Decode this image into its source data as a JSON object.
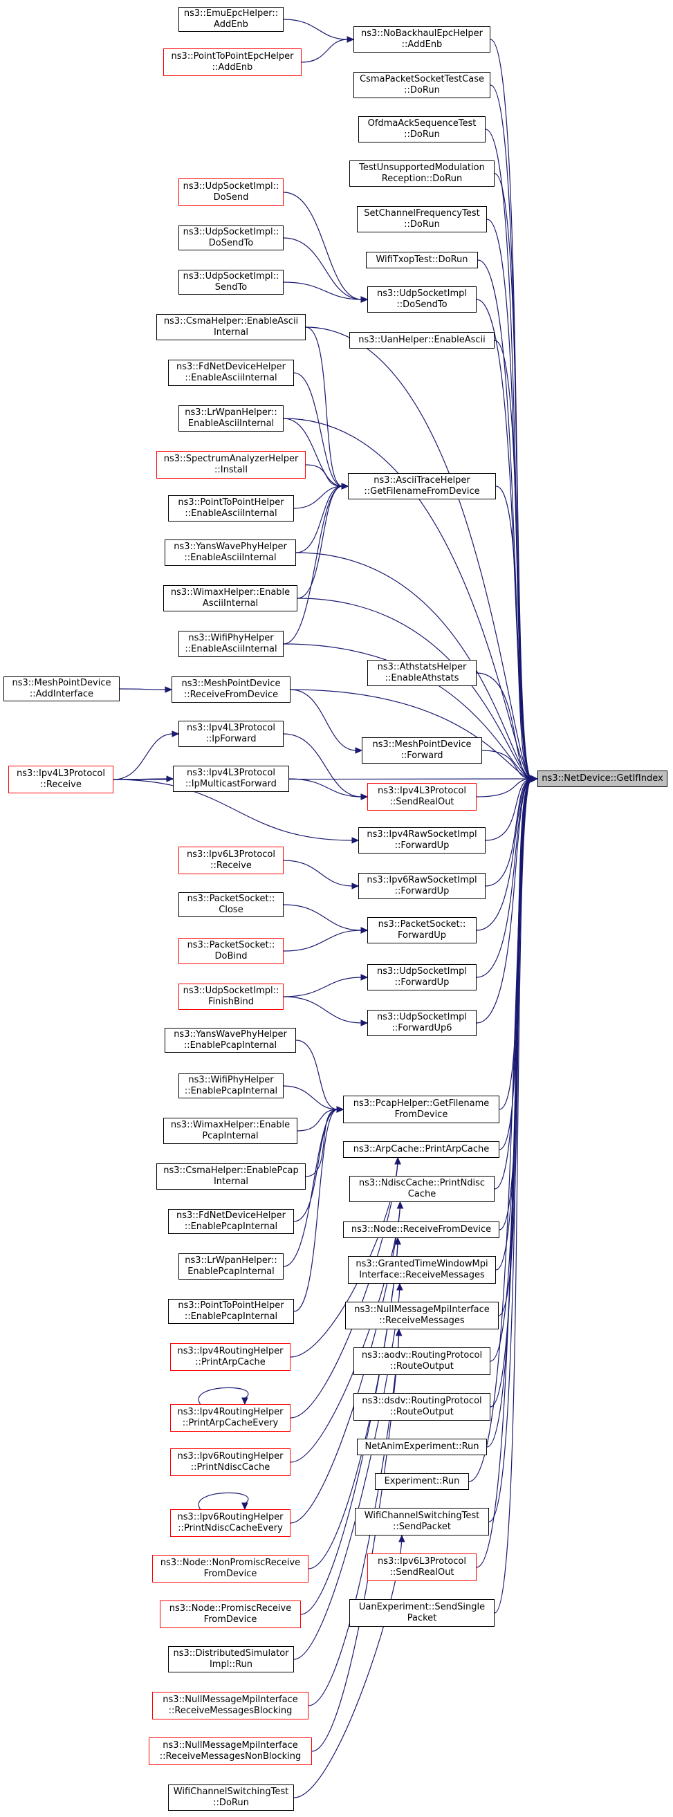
{
  "title": "",
  "colors": {
    "edge": "#191970",
    "red_border": "#ff0000",
    "target_fill": "#bfbfbf"
  },
  "nodes": {
    "target": "ns3::NetDevice::GetIfIndex",
    "emu_epc_addenb": "ns3::EmuEpcHelper::\nAddEnb",
    "p2p_epc_addenb": "ns3::PointToPointEpcHelper\n::AddEnb",
    "nobackhaul_addenb": "ns3::NoBackhaulEpcHelper\n::AddEnb",
    "csma_packet_socket": "CsmaPacketSocketTestCase\n::DoRun",
    "ofdma_ack": "OfdmaAckSequenceTest\n::DoRun",
    "test_unsupported": "TestUnsupportedModulation\nReception::DoRun",
    "set_channel_freq": "SetChannelFrequencyTest\n::DoRun",
    "wifi_txop": "WifiTxopTest::DoRun",
    "udp_dosend": "ns3::UdpSocketImpl::\nDoSend",
    "udp_dosendto_left": "ns3::UdpSocketImpl::\nDoSendTo",
    "udp_sendto": "ns3::UdpSocketImpl::\nSendTo",
    "udp_dosendto_mid": "ns3::UdpSocketImpl\n::DoSendTo",
    "csma_enable_ascii": "ns3::CsmaHelper::EnableAscii\nInternal",
    "uan_enable_ascii": "ns3::UanHelper::EnableAscii",
    "fdnet_enable_ascii": "ns3::FdNetDeviceHelper\n::EnableAsciiInternal",
    "lrwpan_enable_ascii": "ns3::LrWpanHelper::\nEnableAsciiInternal",
    "spectrum_install": "ns3::SpectrumAnalyzerHelper\n::Install",
    "ascii_trace_getfilename": "ns3::AsciiTraceHelper\n::GetFilenameFromDevice",
    "p2p_enable_ascii": "ns3::PointToPointHelper\n::EnableAsciiInternal",
    "yans_enable_ascii": "ns3::YansWavePhyHelper\n::EnableAsciiInternal",
    "wimax_enable_ascii": "ns3::WimaxHelper::Enable\nAsciiInternal",
    "wifiphy_enable_ascii": "ns3::WifiPhyHelper\n::EnableAsciiInternal",
    "athstats": "ns3::AthstatsHelper\n::EnableAthstats",
    "mesh_addinterface": "ns3::MeshPointDevice\n::AddInterface",
    "mesh_receive": "ns3::MeshPointDevice\n::ReceiveFromDevice",
    "ipv4l3_ipforward": "ns3::Ipv4L3Protocol\n::IpForward",
    "mesh_forward": "ns3::MeshPointDevice\n::Forward",
    "ipv4l3_receive": "ns3::Ipv4L3Protocol\n::Receive",
    "ipv4l3_ipmulticast": "ns3::Ipv4L3Protocol\n::IpMulticastForward",
    "ipv4l3_sendrealout": "ns3::Ipv4L3Protocol\n::SendRealOut",
    "ipv4raw_forwardup": "ns3::Ipv4RawSocketImpl\n::ForwardUp",
    "ipv6l3_receive": "ns3::Ipv6L3Protocol\n::Receive",
    "ipv6raw_forwardup": "ns3::Ipv6RawSocketImpl\n::ForwardUp",
    "packetsocket_close": "ns3::PacketSocket::\nClose",
    "packetsocket_forwardup": "ns3::PacketSocket::\nForwardUp",
    "packetsocket_dobind": "ns3::PacketSocket::\nDoBind",
    "udp_forwardup": "ns3::UdpSocketImpl\n::ForwardUp",
    "udp_finishbind": "ns3::UdpSocketImpl::\nFinishBind",
    "udp_forwardup6": "ns3::UdpSocketImpl\n::ForwardUp6",
    "yans_enable_pcap": "ns3::YansWavePhyHelper\n::EnablePcapInternal",
    "wifiphy_enable_pcap": "ns3::WifiPhyHelper\n::EnablePcapInternal",
    "pcap_getfilename": "ns3::PcapHelper::GetFilename\nFromDevice",
    "wimax_enable_pcap": "ns3::WimaxHelper::Enable\nPcapInternal",
    "arpcache_print": "ns3::ArpCache::PrintArpCache",
    "csma_enable_pcap": "ns3::CsmaHelper::EnablePcap\nInternal",
    "ndisc_print": "ns3::NdiscCache::PrintNdisc\nCache",
    "fdnet_enable_pcap": "ns3::FdNetDeviceHelper\n::EnablePcapInternal",
    "node_receive": "ns3::Node::ReceiveFromDevice",
    "lrwpan_enable_pcap": "ns3::LrWpanHelper::\nEnablePcapInternal",
    "granted_time": "ns3::GrantedTimeWindowMpi\nInterface::ReceiveMessages",
    "p2p_enable_pcap": "ns3::PointToPointHelper\n::EnablePcapInternal",
    "nullmsg_receive": "ns3::NullMessageMpiInterface\n::ReceiveMessages",
    "ipv4routing_printarp": "ns3::Ipv4RoutingHelper\n::PrintArpCache",
    "aodv_routeoutput": "ns3::aodv::RoutingProtocol\n::RouteOutput",
    "ipv4routing_printarpevery": "ns3::Ipv4RoutingHelper\n::PrintArpCacheEvery",
    "dsdv_routeoutput": "ns3::dsdv::RoutingProtocol\n::RouteOutput",
    "ipv6routing_printndisc": "ns3::Ipv6RoutingHelper\n::PrintNdiscCache",
    "netanim_run": "NetAnimExperiment::Run",
    "experiment_run": "Experiment::Run",
    "ipv6routing_printndiscevery": "ns3::Ipv6RoutingHelper\n::PrintNdiscCacheEvery",
    "wifichannel_sendpacket": "WifiChannelSwitchingTest\n::SendPacket",
    "node_nonpromisc": "ns3::Node::NonPromiscReceive\nFromDevice",
    "ipv6l3_sendrealout": "ns3::Ipv6L3Protocol\n::SendRealOut",
    "node_promisc": "ns3::Node::PromiscReceive\nFromDevice",
    "uan_sendsingle": "UanExperiment::SendSingle\nPacket",
    "distributed_run": "ns3::DistributedSimulator\nImpl::Run",
    "nullmsg_blocking": "ns3::NullMessageMpiInterface\n::ReceiveMessagesBlocking",
    "nullmsg_nonblocking": "ns3::NullMessageMpiInterface\n::ReceiveMessagesNonBlocking",
    "wifichannel_dorun": "WifiChannelSwitchingTest\n::DoRun"
  }
}
